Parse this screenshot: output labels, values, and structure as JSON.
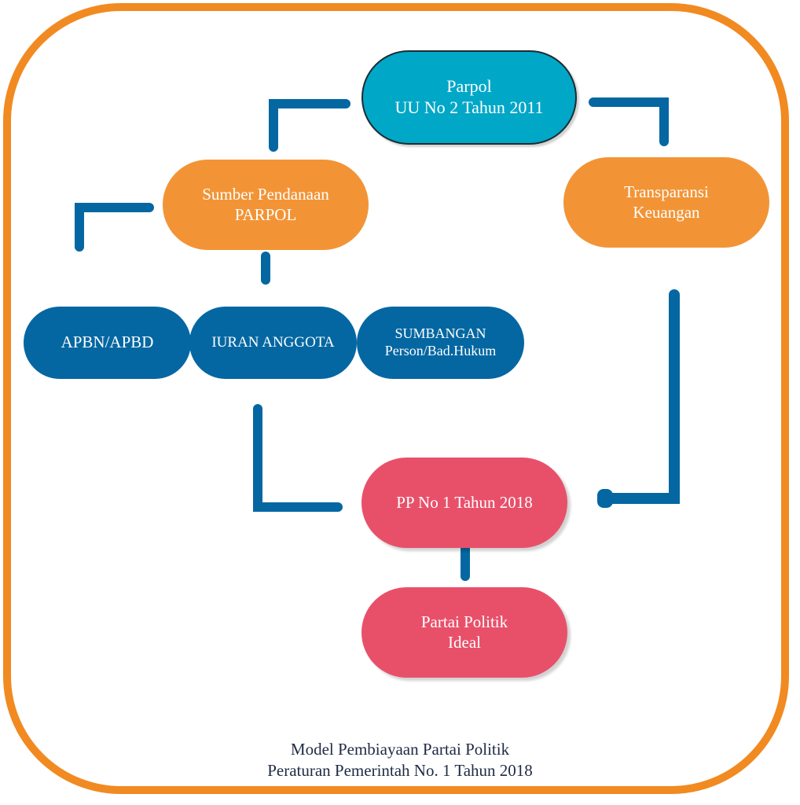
{
  "colors": {
    "frame": "#F18A21",
    "connector": "#0467A2",
    "cyan_node": "#00A7C7",
    "orange_node": "#F29436",
    "blue_node": "#0467A2",
    "red_node": "#E8506A",
    "caption_text": "#1f2a44"
  },
  "nodes": {
    "parpol": {
      "line1": "Parpol",
      "line2": "UU No 2 Tahun 2011"
    },
    "sumber": {
      "line1": "Sumber Pendanaan",
      "line2": "PARPOL"
    },
    "transparansi": {
      "line1": "Transparansi",
      "line2": "Keuangan"
    },
    "apbn": {
      "line1": "APBN/APBD"
    },
    "iuran": {
      "line1": "IURAN ANGGOTA"
    },
    "sumbangan": {
      "line1": "SUMBANGAN",
      "line2": "Person/Bad.Hukum"
    },
    "pp": {
      "line1": "PP No 1 Tahun 2018"
    },
    "ideal": {
      "line1": "Partai Politik",
      "line2": "Ideal"
    }
  },
  "caption": {
    "line1": "Model Pembiayaan Partai Politik",
    "line2": "Peraturan Pemerintah No. 1 Tahun 2018"
  }
}
